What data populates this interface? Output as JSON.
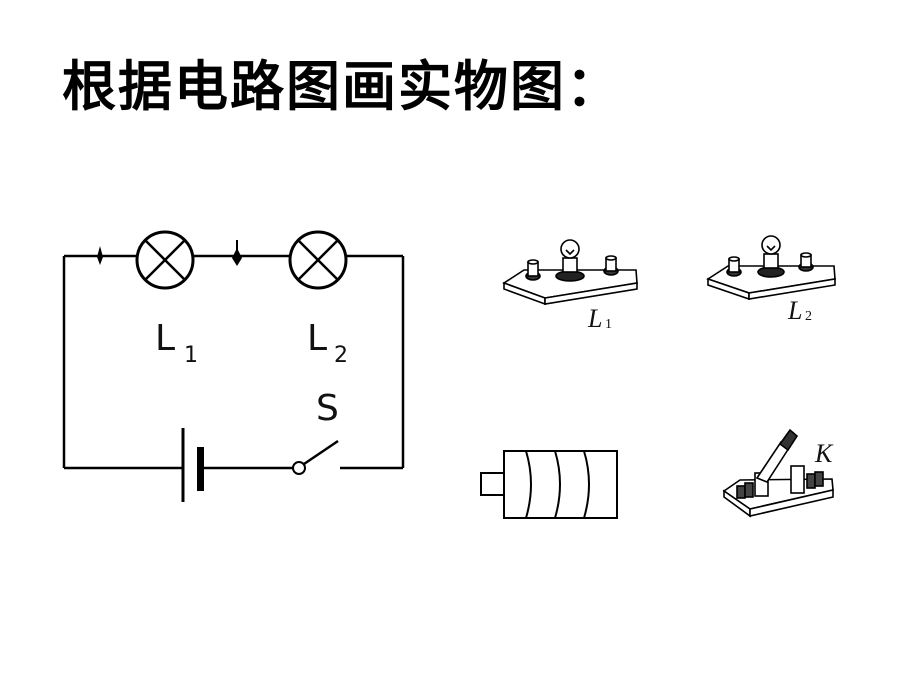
{
  "title": "根据电路图画实物图：",
  "schematic": {
    "lamp1": {
      "letter": "L",
      "sub": "1"
    },
    "lamp2": {
      "letter": "L",
      "sub": "2"
    },
    "switch": {
      "label": "S"
    }
  },
  "objects": {
    "lamp1": {
      "letter": "L",
      "sub": "1"
    },
    "lamp2": {
      "letter": "L",
      "sub": "2"
    },
    "switch": {
      "label": "K"
    }
  }
}
